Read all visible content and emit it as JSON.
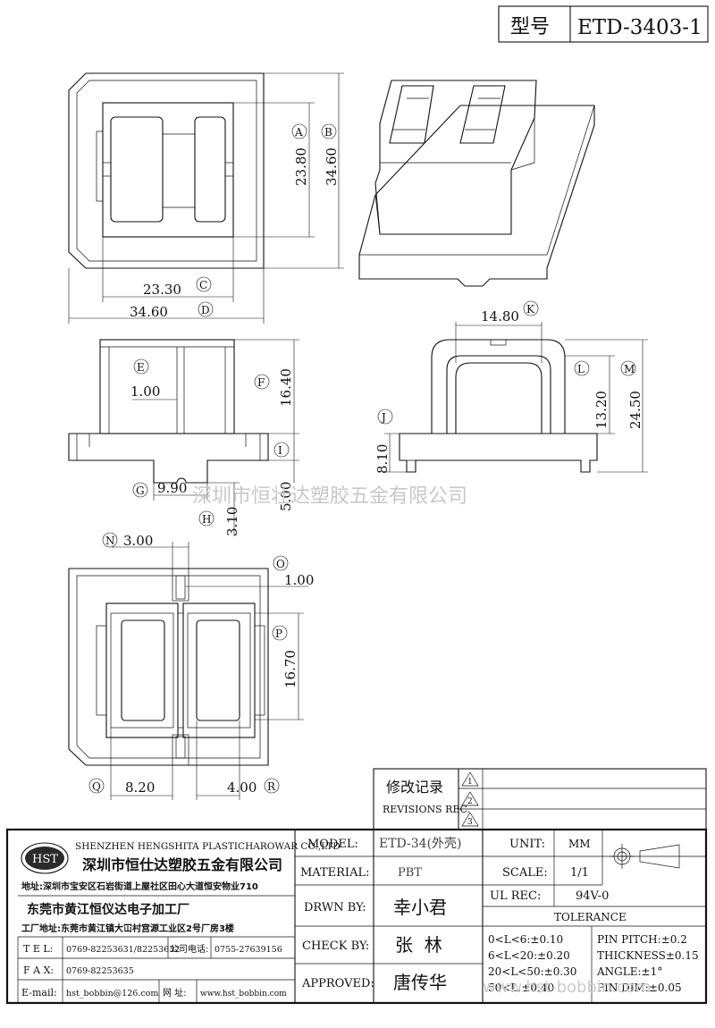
{
  "title_box": {
    "model_label": "型号",
    "model_code": "ETD-3403-1"
  },
  "dimensions": {
    "A": "23.80",
    "B": "34.60",
    "C": "23.30",
    "D": "34.60",
    "E": "1.00",
    "F": "16.40",
    "G": "9.90",
    "H": "3.10",
    "I": "5.00",
    "J": "8.10",
    "K": "14.80",
    "L": "13.20",
    "M": "24.50",
    "N": "3.00",
    "O": "1.00",
    "P": "16.70",
    "Q": "8.20",
    "R": "4.00"
  },
  "markers": {
    "A": "A",
    "B": "B",
    "C": "C",
    "D": "D",
    "E": "E",
    "F": "F",
    "G": "G",
    "H": "H",
    "I": "I",
    "J": "J",
    "K": "K",
    "L": "L",
    "M": "M",
    "N": "N",
    "O": "O",
    "P": "P",
    "Q": "Q",
    "R": "R"
  },
  "watermark": "深圳市恒壮达塑胶五金有限公司",
  "watermark_url": "www.hst-bobbin.com",
  "revisions": {
    "title_zh": "修改记录",
    "title_en": "REVISIONS REC.",
    "rows": [
      "1",
      "2",
      "3"
    ]
  },
  "company": {
    "logo": "HST",
    "name_en": "SHENZHEN HENGSHITA PLASTICHAROWAR CO.,LTD",
    "name_zh": "深圳市恒仕达塑胶五金有限公司",
    "address": "地址:深圳市宝安区石岩街道上屋社区田心大道恒安物业710",
    "factory_name": "东莞市黄江恒仪达电子加工厂",
    "factory_address": "工厂地址:东莞市黄江镇大冚村宫源工业区2号厂房3楼",
    "tel_label": "T E L:",
    "tel": "0769-82253631/82253632",
    "company_phone_label": "公司电话:",
    "company_phone": "0755-27639156",
    "fax_label": "F A X:",
    "fax": "0769-82253635",
    "email_label": "E-mail:",
    "email": "hst_bobbin@126.com",
    "web_label": "网 址:",
    "web": "www.hst_bobbin.com"
  },
  "specs": {
    "model_label": "MODEL:",
    "model_value": "ETD-34(外壳)",
    "unit_label": "UNIT:",
    "unit_value": "MM",
    "material_label": "MATERIAL:",
    "material_value": "PBT",
    "scale_label": "SCALE:",
    "scale_value": "1/1",
    "drawn_label": "DRWN BY:",
    "drawn_value": "幸小君",
    "ul_label": "UL REC:",
    "ul_value": "94V-0",
    "tolerance_label": "TOLERANCE",
    "check_label": "CHECK BY:",
    "check_value": "张  林",
    "approved_label": "APPROVED:",
    "approved_value": "唐传华",
    "tolerances": [
      "0<L<6:±0.10",
      "6<L<20:±0.20",
      "20<L<50:±0.30",
      "50<L:±0.40"
    ],
    "tolerances_right": [
      "PIN PITCH:±0.2",
      "THICKNESS±0.15",
      "ANGLE:±1°",
      "PIN DIM:±0.05"
    ]
  }
}
